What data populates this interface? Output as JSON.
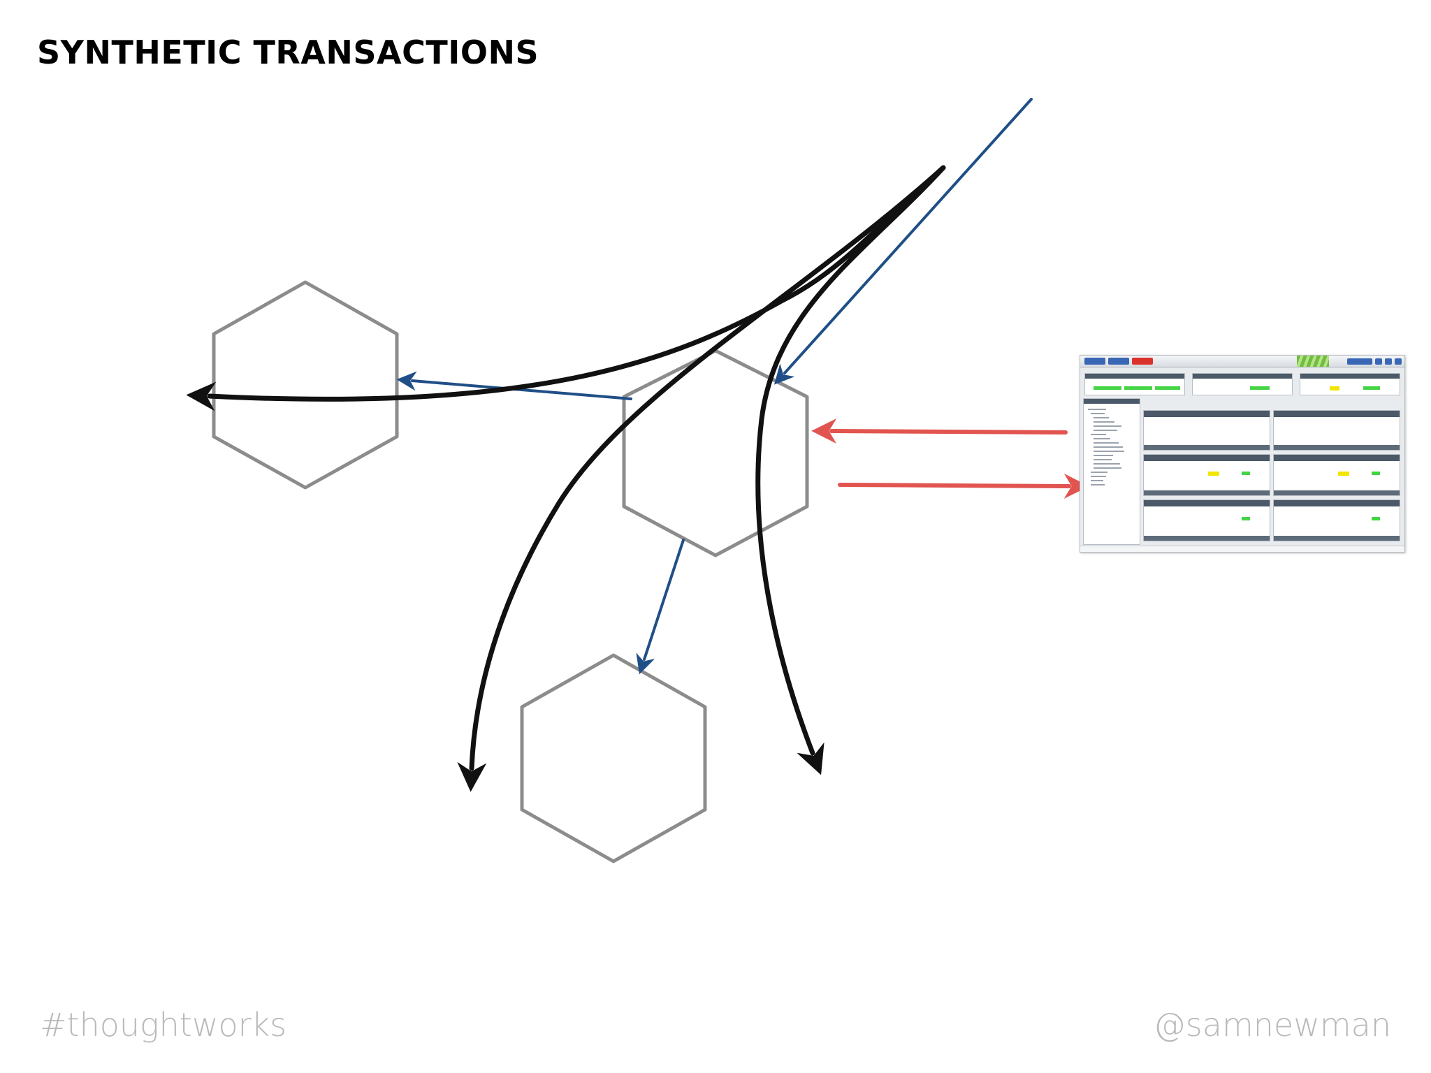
{
  "slide": {
    "title": "SYNTHETIC TRANSACTIONS",
    "footer_left": "#thoughtworks",
    "footer_right": "@samnewman"
  },
  "diagram": {
    "nodes": [
      {
        "id": "service-left",
        "shape": "hexagon"
      },
      {
        "id": "service-center",
        "shape": "hexagon"
      },
      {
        "id": "service-bottom",
        "shape": "hexagon"
      },
      {
        "id": "monitoring-dashboard",
        "shape": "screenshot"
      }
    ],
    "edges": [
      {
        "kind": "black",
        "from": "upstream",
        "to": "service-left"
      },
      {
        "kind": "black",
        "from": "upstream",
        "to": "downstream-left"
      },
      {
        "kind": "black",
        "from": "upstream",
        "to": "downstream-right"
      },
      {
        "kind": "blue",
        "from": "upstream",
        "to": "service-center"
      },
      {
        "kind": "blue",
        "from": "service-center",
        "to": "service-left"
      },
      {
        "kind": "blue",
        "from": "service-center",
        "to": "service-bottom"
      },
      {
        "kind": "red",
        "from": "monitoring-dashboard",
        "to": "service-center"
      },
      {
        "kind": "red",
        "from": "service-center",
        "to": "monitoring-dashboard"
      }
    ],
    "colors": {
      "hexagon": "#8c8c8c",
      "black_flow": "#111111",
      "blue_flow": "#1f4f86",
      "red_flow": "#e2544f"
    }
  }
}
